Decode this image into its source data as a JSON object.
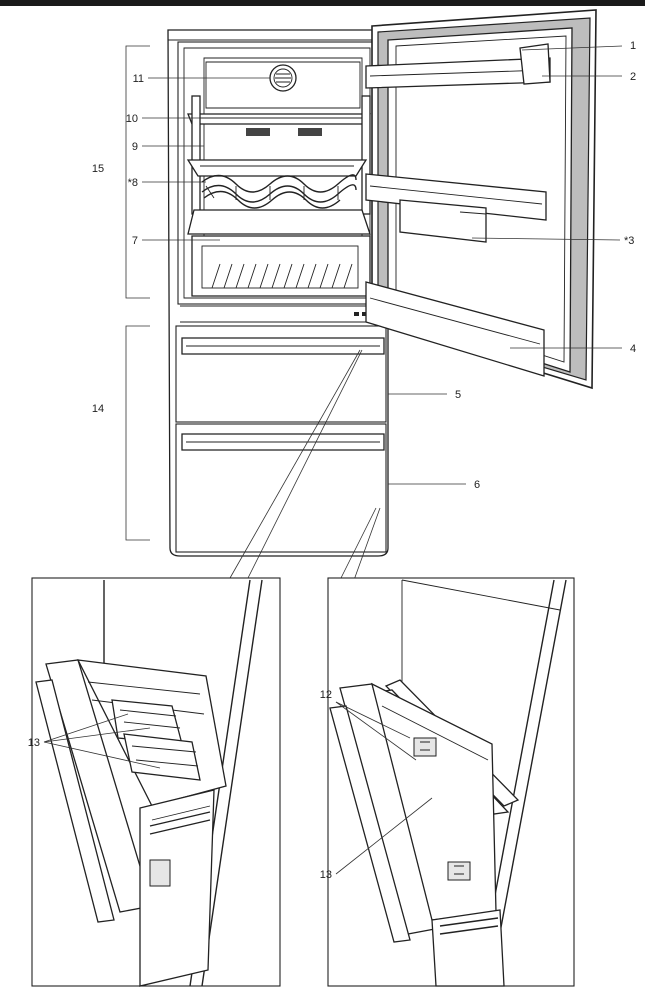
{
  "labels": {
    "l1": "1",
    "l2": "2",
    "l3": "*3",
    "l4": "4",
    "l5": "5",
    "l6": "6",
    "l7": "7",
    "l8": "*8",
    "l9": "9",
    "l10": "10",
    "l11": "11",
    "l12": "12",
    "l13a": "13",
    "l13b": "13",
    "l14": "14",
    "l15": "15"
  },
  "colors": {
    "outline": "#222222",
    "door_gasket": "#bdbdbd",
    "background": "#ffffff"
  }
}
